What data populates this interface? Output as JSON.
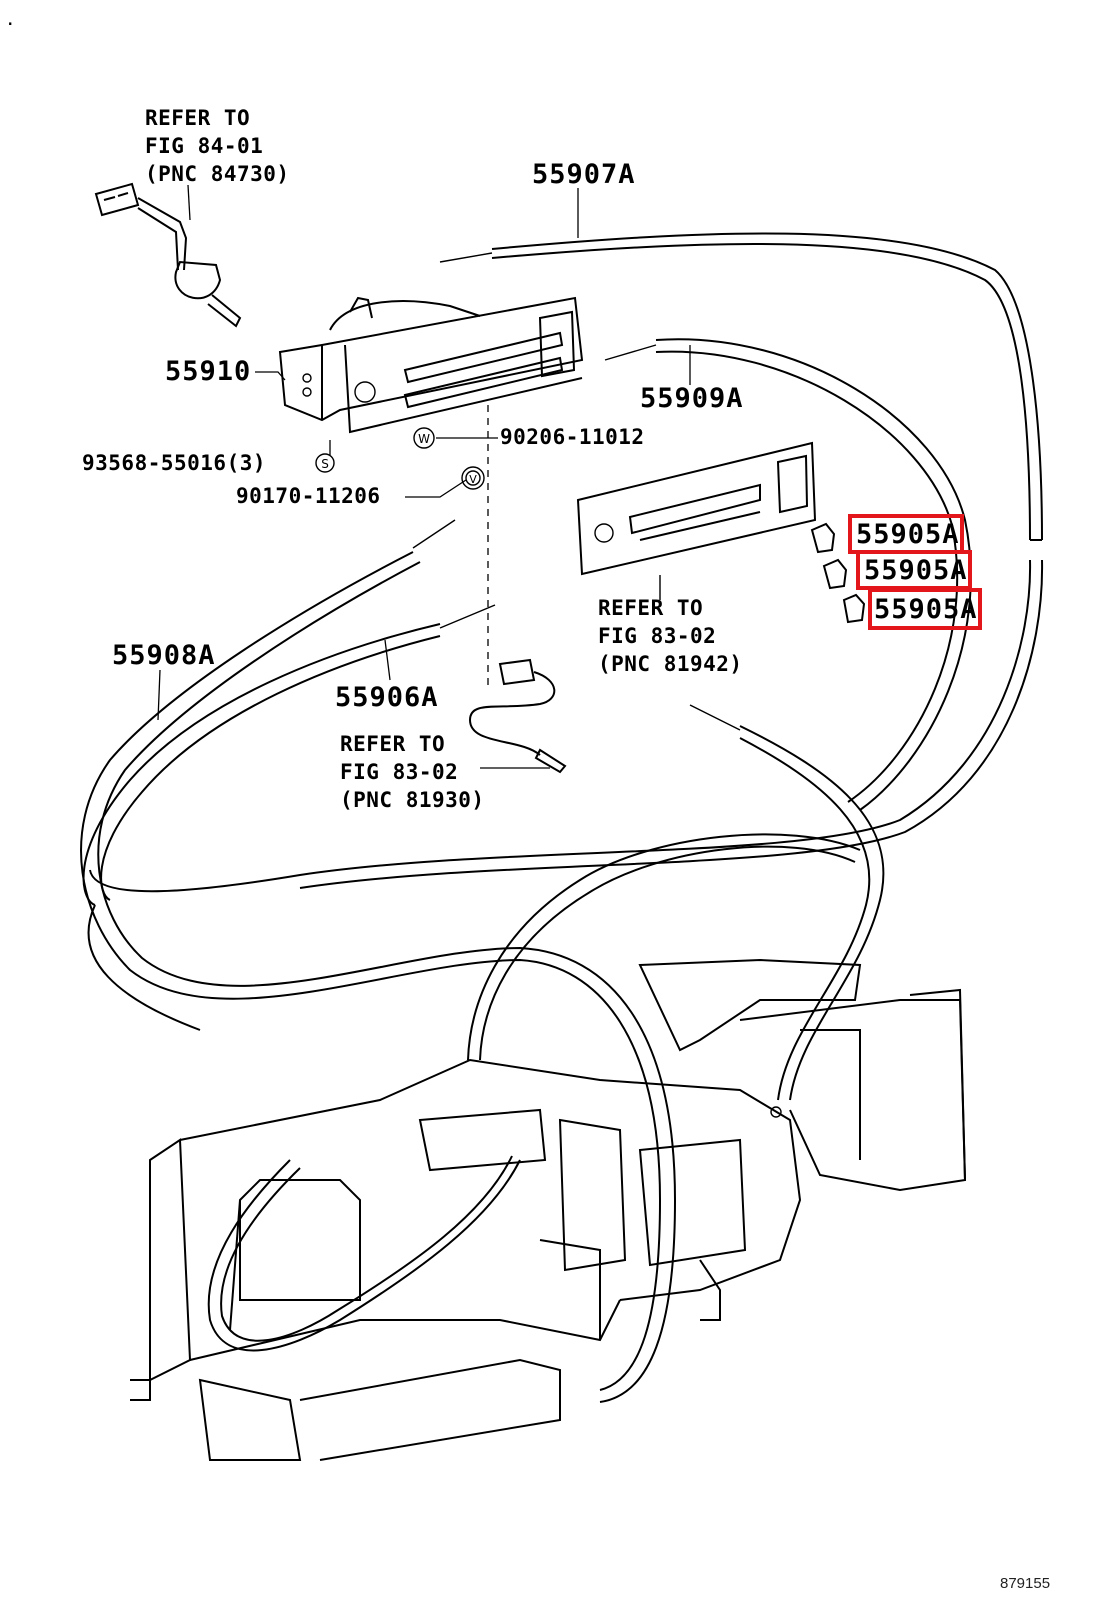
{
  "corner_mark": ".",
  "figure_id": "879155",
  "references": {
    "top_left": [
      "REFER TO",
      "FIG 84-01",
      "(PNC 84730)"
    ],
    "center_panel": [
      "REFER TO",
      "FIG 83-02",
      "(PNC 81942)"
    ],
    "center_sensor": [
      "REFER TO",
      "FIG 83-02",
      "(PNC 81930)"
    ]
  },
  "parts": {
    "p55907A": "55907A",
    "p55910": "55910",
    "p55909A": "55909A",
    "p90206": "90206-11012",
    "p93568": "93568-55016(3)",
    "p90170": "90170-11206",
    "p55908A": "55908A",
    "p55906A": "55906A",
    "p55905A_1": "55905A",
    "p55905A_2": "55905A",
    "p55905A_3": "55905A"
  },
  "symbols": {
    "s": "S",
    "w": "W",
    "v": "V"
  },
  "highlight_color": "#e3161b"
}
